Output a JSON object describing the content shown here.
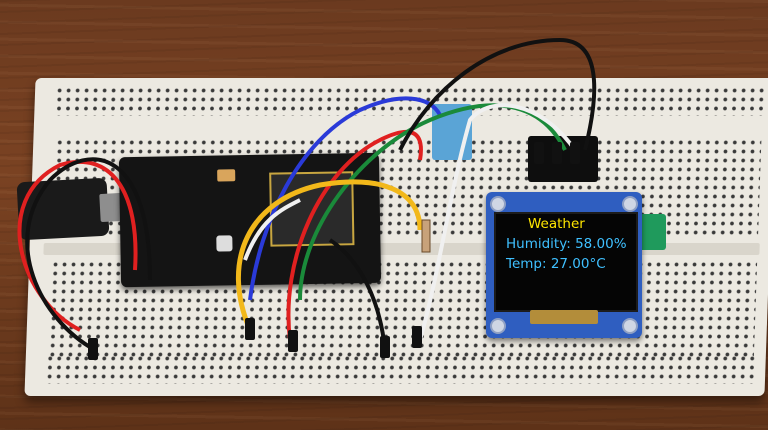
{
  "scene": {
    "description_tags": [
      "breadboard",
      "microcontroller",
      "oled-display",
      "jumper-wires",
      "sensor"
    ]
  },
  "oled": {
    "title": "Weather",
    "humidity": "Humidity: 58.00%",
    "temperature": "Temp: 27.00°C"
  },
  "colors": {
    "oled_title": "#ffe600",
    "oled_text": "#3fc0ff",
    "pcb_blue": "#2f5ec0",
    "breadboard": "#ece9e1",
    "wire_red": "#e02020",
    "wire_blue": "#2a3ad8",
    "wire_green": "#1a8a3a",
    "wire_yellow": "#f2b81a",
    "wire_white": "#f0f0f0",
    "wire_black": "#111111"
  }
}
